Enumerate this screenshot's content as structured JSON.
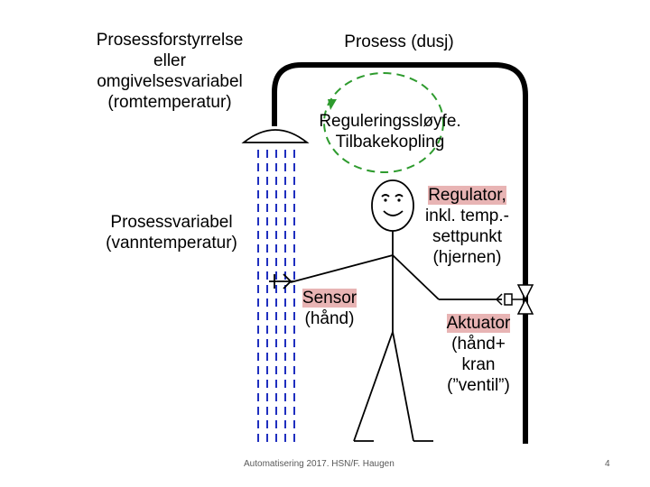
{
  "disturbance": {
    "lines": [
      "Prosessforstyrrelse",
      "eller",
      "omgivelsesvariabel",
      "(romtemperatur)"
    ]
  },
  "process": {
    "label": "Prosess (dusj)"
  },
  "loop": {
    "line1": "Reguleringssløyfe.",
    "line2": "Tilbakekopling"
  },
  "process_variable": {
    "line1": "Prosessvariabel",
    "line2": "(vanntemperatur)"
  },
  "regulator": {
    "title": "Regulator,",
    "lines": [
      "inkl. temp.-",
      "settpunkt",
      "(hjernen)"
    ]
  },
  "sensor": {
    "title": "Sensor",
    "sub": "(hånd)"
  },
  "actuator": {
    "title": "Aktuator",
    "lines": [
      "(hånd+",
      "kran",
      "(”ventil”)"
    ]
  },
  "colors": {
    "loop_arrow": "#2e9b2e",
    "water": "#1f2fbf",
    "highlight": "#e8b4b4",
    "pipe": "#000000"
  },
  "footer": {
    "text": "Automatisering 2017. HSN/F. Haugen",
    "page": "4"
  }
}
